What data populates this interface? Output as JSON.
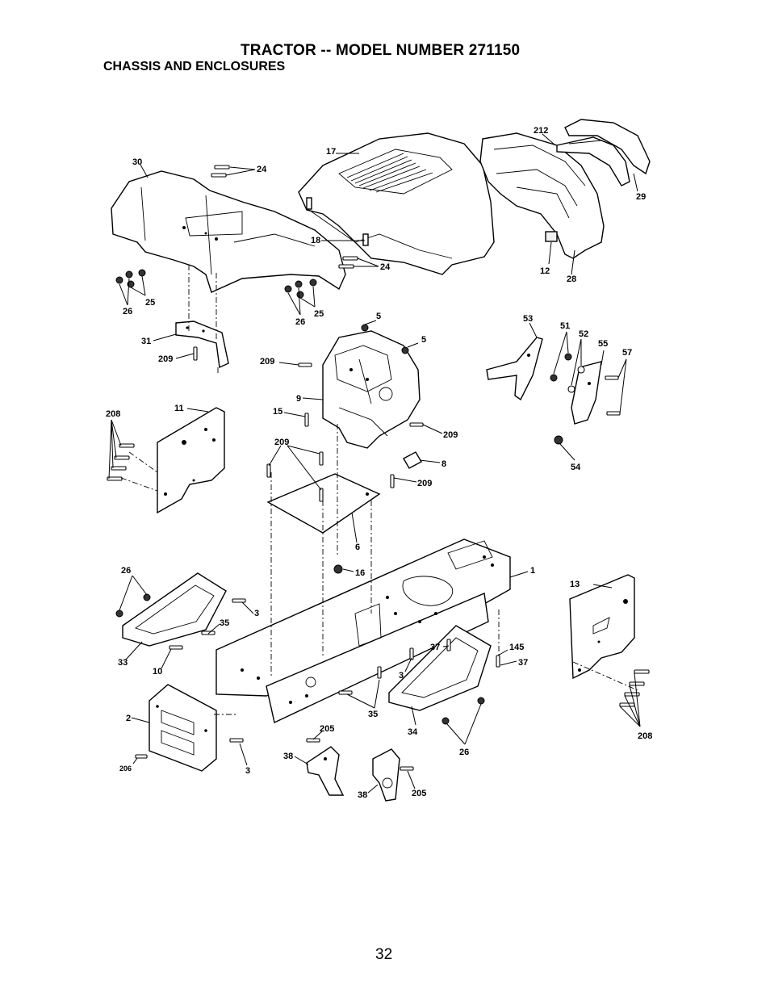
{
  "header": {
    "title": "TRACTOR -- MODEL NUMBER 271150",
    "subtitle": "CHASSIS AND ENCLOSURES"
  },
  "footer": {
    "page_number": "32"
  },
  "callouts": [
    "30",
    "24",
    "17",
    "212",
    "29",
    "18",
    "24",
    "12",
    "28",
    "26",
    "25",
    "26",
    "25",
    "5",
    "5",
    "53",
    "51",
    "52",
    "55",
    "57",
    "31",
    "209",
    "209",
    "9",
    "15",
    "209",
    "54",
    "208",
    "11",
    "209",
    "8",
    "209",
    "6",
    "16",
    "1",
    "26",
    "3",
    "35",
    "13",
    "37",
    "145",
    "37",
    "33",
    "10",
    "3",
    "35",
    "34",
    "26",
    "2",
    "205",
    "208",
    "206",
    "3",
    "38",
    "38",
    "205"
  ]
}
